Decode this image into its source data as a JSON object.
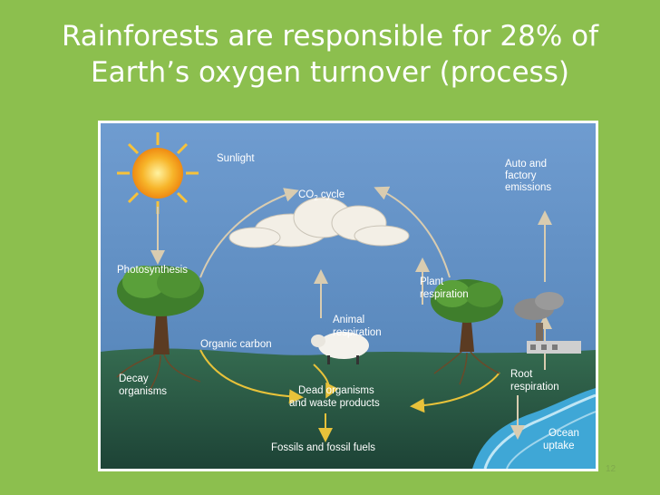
{
  "slide": {
    "title_line1": "Rainforests are responsible for 28% of",
    "title_line2": "Earth’s oxygen turnover (process)",
    "slide_number": "12"
  },
  "diagram": {
    "labels": {
      "sunlight": "Sunlight",
      "co2_cycle_co": "CO",
      "co2_cycle_sub": "2",
      "co2_cycle_rest": " cycle",
      "auto_line1": "Auto  and",
      "auto_line2": "factory",
      "auto_line3": "emissions",
      "photosynthesis": "Photosynthesis",
      "plant_line1": "Plant",
      "plant_line2": "respiration",
      "animal_line1": "Animal",
      "animal_line2": "respiration",
      "organic_carbon": "Organic  carbon",
      "decay_line1": "Decay",
      "decay_line2": "organisms",
      "dead_line1": "Dead organisms",
      "dead_line2": "and waste products",
      "root_line1": "Root",
      "root_line2": "respiration",
      "fossils": "Fossils  and  fossil fuels",
      "ocean_line1": "Ocean",
      "ocean_line2": "uptake"
    }
  },
  "colors": {
    "background": "#8cbf4e",
    "sky": "#5f8fc4",
    "ground": "#2f5f48",
    "deep_ground": "#1f4a3a",
    "arrow": "#d7c9a8"
  }
}
